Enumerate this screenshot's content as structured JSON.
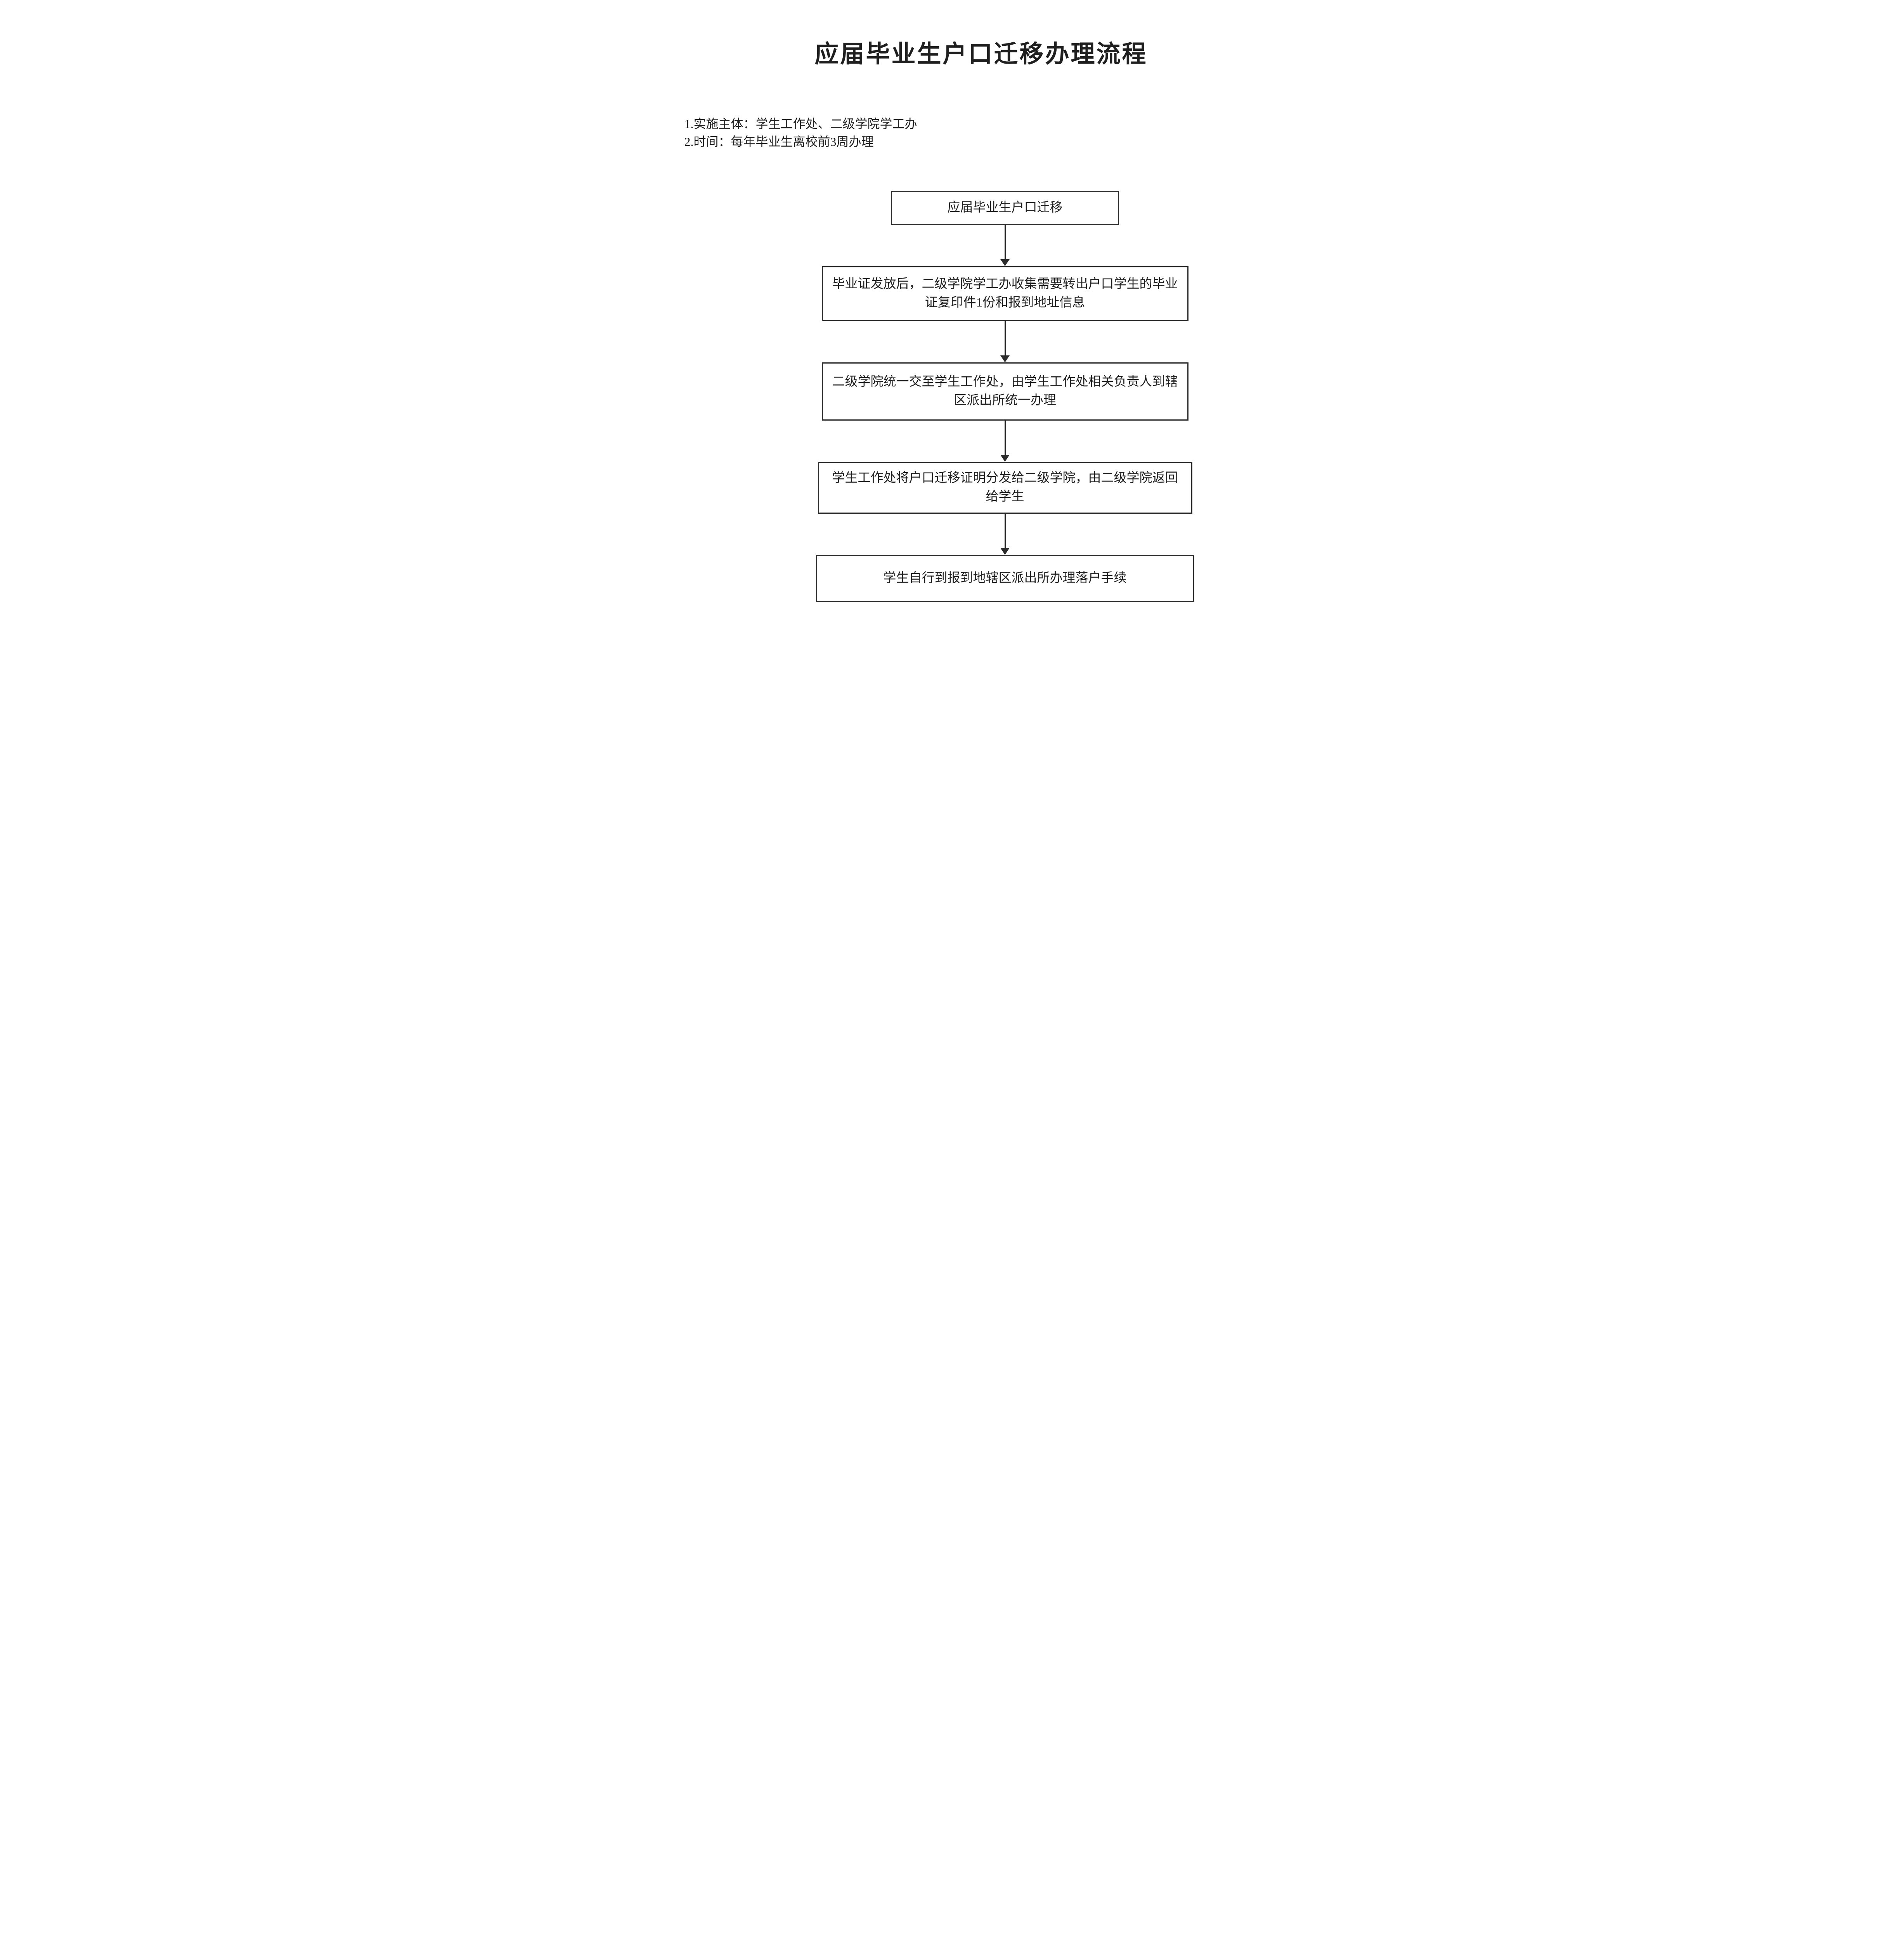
{
  "title": "应届毕业生户口迁移办理流程",
  "notes": [
    "1.实施主体：学生工作处、二级学院学工办",
    "2.时间：每年毕业生离校前3周办理"
  ],
  "flowchart": {
    "type": "flow",
    "direction": "top-down",
    "steps": [
      {
        "label": "应届毕业生户口迁移"
      },
      {
        "label": "毕业证发放后，二级学院学工办收集需要转出户口学生的毕业证复印件1份和报到地址信息"
      },
      {
        "label": "二级学院统一交至学生工作处，由学生工作处相关负责人到辖区派出所统一办理"
      },
      {
        "label": "学生工作处将户口迁移证明分发给二级学院，由二级学院返回给学生"
      },
      {
        "label": "学生自行到报到地辖区派出所办理落户手续"
      }
    ]
  },
  "colors": {
    "background": "#ffffff",
    "border": "#2b2b2b",
    "text": "#1f1f1f"
  }
}
